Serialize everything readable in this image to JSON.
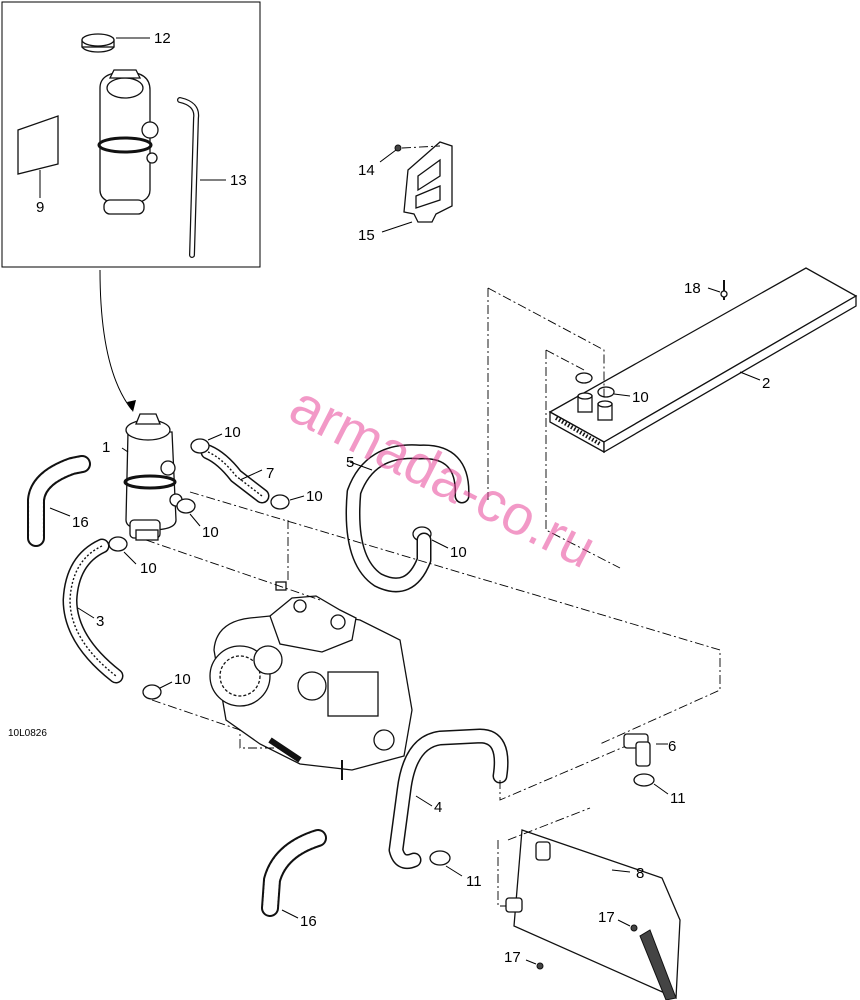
{
  "callouts": [
    {
      "id": "c12",
      "label": "12"
    },
    {
      "id": "c13",
      "label": "13"
    },
    {
      "id": "c9",
      "label": "9"
    },
    {
      "id": "c14",
      "label": "14"
    },
    {
      "id": "c15",
      "label": "15"
    },
    {
      "id": "c18",
      "label": "18"
    },
    {
      "id": "c2",
      "label": "2"
    },
    {
      "id": "c10a",
      "label": "10"
    },
    {
      "id": "c10b",
      "label": "10"
    },
    {
      "id": "c1",
      "label": "1"
    },
    {
      "id": "c7",
      "label": "7"
    },
    {
      "id": "c10c",
      "label": "10"
    },
    {
      "id": "c5",
      "label": "5"
    },
    {
      "id": "c16a",
      "label": "16"
    },
    {
      "id": "c10d",
      "label": "10"
    },
    {
      "id": "c10e",
      "label": "10"
    },
    {
      "id": "c10f",
      "label": "10"
    },
    {
      "id": "c3",
      "label": "3"
    },
    {
      "id": "c10g",
      "label": "10"
    },
    {
      "id": "c6",
      "label": "6"
    },
    {
      "id": "c11a",
      "label": "11"
    },
    {
      "id": "c4",
      "label": "4"
    },
    {
      "id": "c8",
      "label": "8"
    },
    {
      "id": "c11b",
      "label": "11"
    },
    {
      "id": "c17a",
      "label": "17"
    },
    {
      "id": "c16b",
      "label": "16"
    },
    {
      "id": "c17b",
      "label": "17"
    }
  ],
  "figure_ref": "10L0826",
  "watermark": "armada-co.ru"
}
